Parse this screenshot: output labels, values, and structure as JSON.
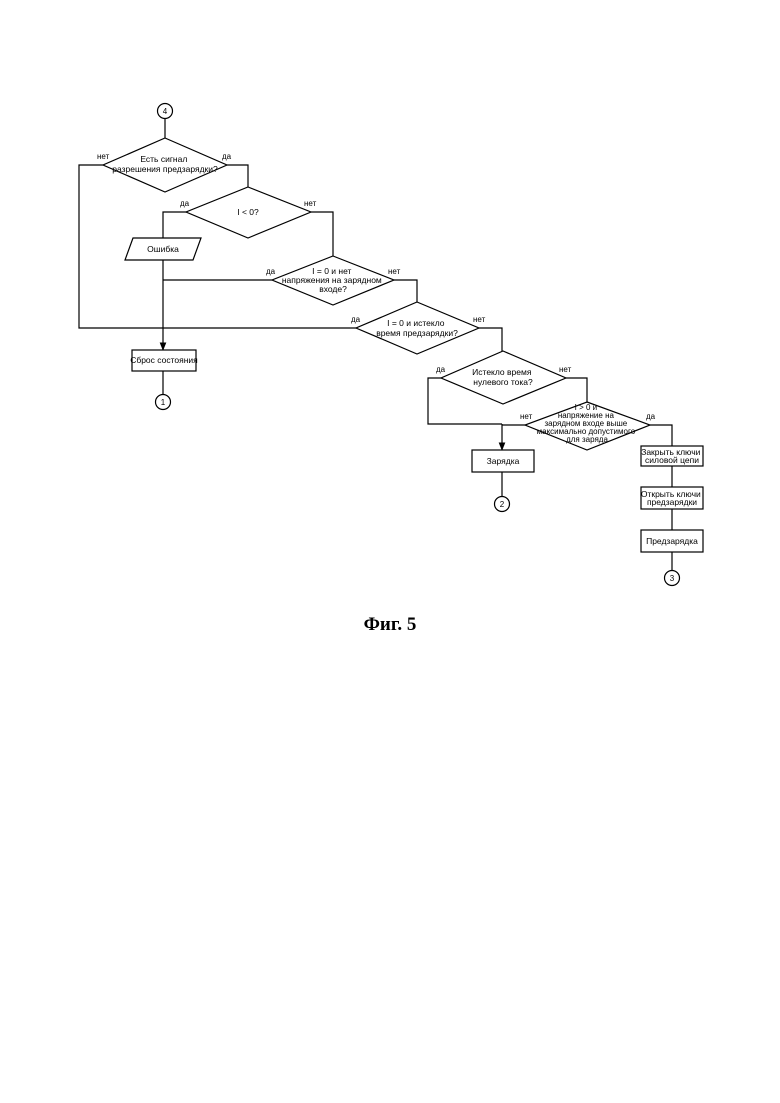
{
  "connectors": {
    "c4": "4",
    "c1": "1",
    "c2": "2",
    "c3": "3"
  },
  "decisions": {
    "d1": [
      "Есть сигнал",
      "разрешения предзарядки?"
    ],
    "d2": [
      "I < 0?"
    ],
    "d3": [
      "I = 0 и нет",
      "напряжения на зарядном",
      "входе?"
    ],
    "d4": [
      "I = 0 и истекло",
      "время предзарядки?"
    ],
    "d5": [
      "Истекло время",
      "нулевого тока?"
    ],
    "d6": [
      "I > 0 и",
      "напряжение на",
      "зарядном входе выше",
      "максимально допустимого",
      "для заряда"
    ]
  },
  "io": {
    "error": "Ошибка"
  },
  "processes": {
    "reset": "Сброс состояния",
    "charge": "Зарядка",
    "close_keys": [
      "Закрыть ключи",
      "силовой цепи"
    ],
    "open_keys": [
      "Открыть ключи",
      "предзарядки"
    ],
    "precharge": "Предзарядка"
  },
  "branch_labels": {
    "d1_no": "нет",
    "d1_yes": "да",
    "d2_yes": "да",
    "d2_no": "нет",
    "d3_yes": "да",
    "d3_no": "нет",
    "d4_yes": "да",
    "d4_no": "нет",
    "d5_yes": "да",
    "d5_no": "нет",
    "d6_no": "нет",
    "d6_yes": "да"
  },
  "caption": "Фиг. 5"
}
